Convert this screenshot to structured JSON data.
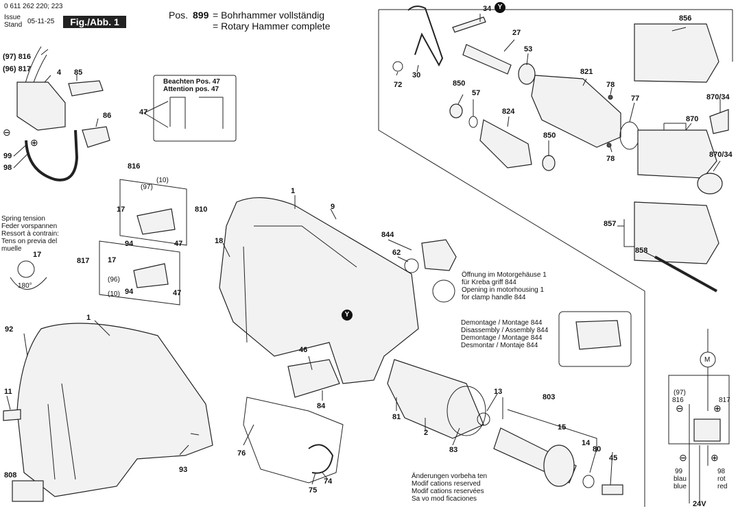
{
  "header": {
    "doc_number": "0 611 262 220; 223",
    "issue_label_1": "Issue",
    "issue_label_2": "Stand",
    "issue_date": "05-11-25",
    "fig_label": "Fig./Abb. 1",
    "pos_label": "Pos.",
    "pos_number": "899",
    "pos_desc_de": "= Bohrhammer vollständig",
    "pos_desc_en": "= Rotary Hammer complete"
  },
  "notes": {
    "attention_de": "Beachten Pos. 47",
    "attention_en": "Attention pos. 47",
    "spring": [
      "Spring tension",
      "Feder vorspannen",
      "Ressort à contrain:",
      "Tens on previa del",
      "muelle"
    ],
    "angle": "180°",
    "opening": [
      "Öffnung im Motorgehäuse 1",
      "für Kreba griff 844",
      "Opening in motorhousing 1",
      "for clamp handle 844"
    ],
    "assembly": [
      "Demontage / Montage 844",
      "Disassembly / Assembly 844",
      "Demontage / Montage 844",
      "Desmontar / Montaje 844"
    ],
    "changes": [
      "Änderungen vorbeha ten",
      "Modif cations reserved",
      "Modif cations reservées",
      "Sa vo mod ficaciones"
    ],
    "wiring_blau_1": "99",
    "wiring_blau_2": "blau",
    "wiring_blau_3": "blue",
    "wiring_rot_1": "98",
    "wiring_rot_2": "rot",
    "wiring_rot_3": "red",
    "voltage": "24V",
    "wiring_97": "(97)",
    "wiring_816": "816",
    "wiring_817": "817",
    "motor_symbol": "M",
    "plus": "⊕",
    "minus": "⊖",
    "y_marker": "Y"
  },
  "parts": [
    {
      "id": "p97-816",
      "text": "(97) 816"
    },
    {
      "id": "p96-817",
      "text": "(96) 817"
    },
    {
      "id": "p4",
      "text": "4"
    },
    {
      "id": "p85",
      "text": "85"
    },
    {
      "id": "p86",
      "text": "86"
    },
    {
      "id": "p99",
      "text": "99"
    },
    {
      "id": "p98",
      "text": "98"
    },
    {
      "id": "p47",
      "text": "47"
    },
    {
      "id": "p816b",
      "text": "816"
    },
    {
      "id": "p97b",
      "text": "(97)"
    },
    {
      "id": "p10a",
      "text": "(10)"
    },
    {
      "id": "p17a",
      "text": "17"
    },
    {
      "id": "p810",
      "text": "810"
    },
    {
      "id": "p94a",
      "text": "94"
    },
    {
      "id": "p47a",
      "text": "47"
    },
    {
      "id": "p817b",
      "text": "817"
    },
    {
      "id": "p17b",
      "text": "17"
    },
    {
      "id": "p96b",
      "text": "(96)"
    },
    {
      "id": "p94b",
      "text": "94"
    },
    {
      "id": "p10b",
      "text": "(10)"
    },
    {
      "id": "p47b",
      "text": "47"
    },
    {
      "id": "p17c",
      "text": "17"
    },
    {
      "id": "p92",
      "text": "92"
    },
    {
      "id": "p1a",
      "text": "1"
    },
    {
      "id": "p11",
      "text": "11"
    },
    {
      "id": "p808",
      "text": "808"
    },
    {
      "id": "p93",
      "text": "93"
    },
    {
      "id": "p1b",
      "text": "1"
    },
    {
      "id": "p9",
      "text": "9"
    },
    {
      "id": "p18",
      "text": "18"
    },
    {
      "id": "p844",
      "text": "844"
    },
    {
      "id": "p62",
      "text": "62"
    },
    {
      "id": "p46",
      "text": "46"
    },
    {
      "id": "p84",
      "text": "84"
    },
    {
      "id": "p76",
      "text": "76"
    },
    {
      "id": "p75",
      "text": "75"
    },
    {
      "id": "p74",
      "text": "74"
    },
    {
      "id": "p81",
      "text": "81"
    },
    {
      "id": "p2",
      "text": "2"
    },
    {
      "id": "p83",
      "text": "83"
    },
    {
      "id": "p13",
      "text": "13"
    },
    {
      "id": "p803",
      "text": "803"
    },
    {
      "id": "p15",
      "text": "15"
    },
    {
      "id": "p14",
      "text": "14"
    },
    {
      "id": "p80",
      "text": "80"
    },
    {
      "id": "p45",
      "text": "45"
    },
    {
      "id": "p34",
      "text": "34"
    },
    {
      "id": "p27",
      "text": "27"
    },
    {
      "id": "p53",
      "text": "53"
    },
    {
      "id": "p72",
      "text": "72"
    },
    {
      "id": "p30",
      "text": "30"
    },
    {
      "id": "p850a",
      "text": "850"
    },
    {
      "id": "p57",
      "text": "57"
    },
    {
      "id": "p824",
      "text": "824"
    },
    {
      "id": "p850b",
      "text": "850"
    },
    {
      "id": "p821",
      "text": "821"
    },
    {
      "id": "p78a",
      "text": "78"
    },
    {
      "id": "p78b",
      "text": "78"
    },
    {
      "id": "p77",
      "text": "77"
    },
    {
      "id": "p856",
      "text": "856"
    },
    {
      "id": "p870-34a",
      "text": "870/34"
    },
    {
      "id": "p870",
      "text": "870"
    },
    {
      "id": "p870-34b",
      "text": "870/34"
    },
    {
      "id": "p857",
      "text": "857"
    },
    {
      "id": "p858",
      "text": "858"
    }
  ]
}
